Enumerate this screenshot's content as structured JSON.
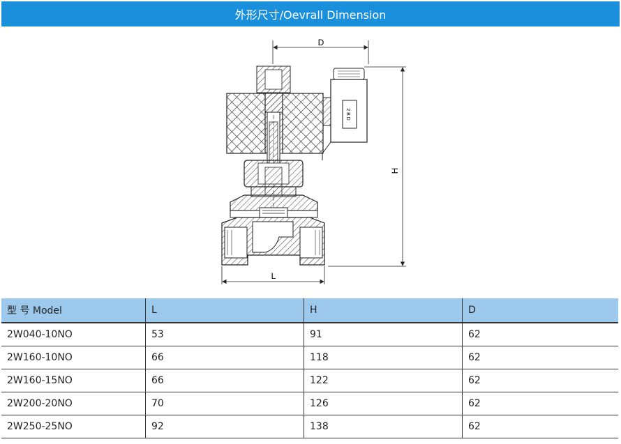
{
  "header": {
    "title": "外形尺寸/Oevrall Dimension"
  },
  "drawing": {
    "labels": {
      "d": "D",
      "h": "H",
      "l": "L"
    },
    "coil_plug_text": "2 B D"
  },
  "table": {
    "columns": [
      "型 号 Model",
      "L",
      "H",
      "D"
    ],
    "rows": [
      [
        "2W040-10NO",
        "53",
        "91",
        "62"
      ],
      [
        "2W160-10NO",
        "66",
        "118",
        "62"
      ],
      [
        "2W160-15NO",
        "66",
        "122",
        "62"
      ],
      [
        "2W200-20NO",
        "70",
        "126",
        "62"
      ],
      [
        "2W250-25NO",
        "92",
        "138",
        "62"
      ]
    ]
  }
}
